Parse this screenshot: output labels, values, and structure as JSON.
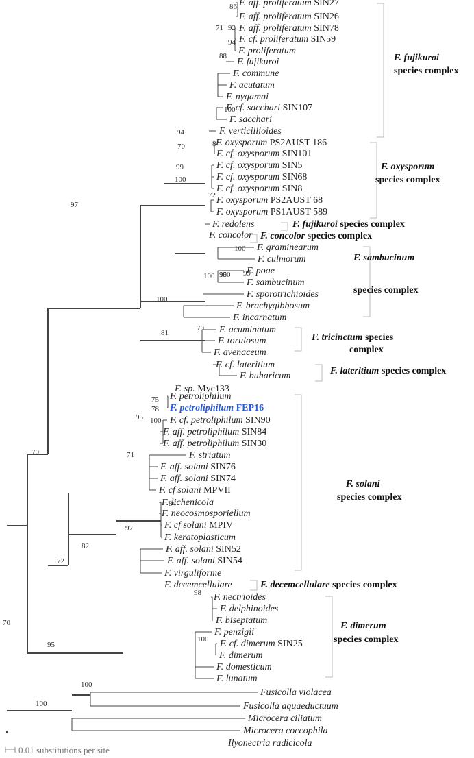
{
  "leaves": [
    {
      "genus": "F.",
      "qual": "aff.",
      "epithet": "proliferatum",
      "strain": "SIN27"
    },
    {
      "genus": "F.",
      "qual": "aff.",
      "epithet": "proliferatum",
      "strain": "SIN26"
    },
    {
      "genus": "F.",
      "qual": "aff.",
      "epithet": "proliferatum",
      "strain": "SIN78"
    },
    {
      "genus": "F.",
      "qual": "cf.",
      "epithet": "proliferatum",
      "strain": "SIN59"
    },
    {
      "genus": "F.",
      "qual": "",
      "epithet": "proliferatum",
      "strain": ""
    },
    {
      "genus": "F.",
      "qual": "",
      "epithet": "fujikuroi",
      "strain": ""
    },
    {
      "genus": "F.",
      "qual": "",
      "epithet": "commune",
      "strain": ""
    },
    {
      "genus": "F.",
      "qual": "",
      "epithet": "acutatum",
      "strain": ""
    },
    {
      "genus": "F.",
      "qual": "",
      "epithet": "nygamai",
      "strain": ""
    },
    {
      "genus": "F.",
      "qual": "cf.",
      "epithet": "sacchari",
      "strain": "SIN107"
    },
    {
      "genus": "F.",
      "qual": "",
      "epithet": "sacchari",
      "strain": ""
    },
    {
      "genus": "F.",
      "qual": "",
      "epithet": "verticillioides",
      "strain": ""
    },
    {
      "genus": "F.",
      "qual": "",
      "epithet": "oxysporum",
      "strain": "PS2AUST 186"
    },
    {
      "genus": "F.",
      "qual": "cf.",
      "epithet": "oxysporum",
      "strain": "SIN101"
    },
    {
      "genus": "F.",
      "qual": "cf.",
      "epithet": "oxysporum",
      "strain": "SIN5"
    },
    {
      "genus": "F.",
      "qual": "cf.",
      "epithet": "oxysporum",
      "strain": "SIN68"
    },
    {
      "genus": "F.",
      "qual": "cf.",
      "epithet": "oxysporum",
      "strain": "SIN8"
    },
    {
      "genus": "F.",
      "qual": "",
      "epithet": "oxysporum",
      "strain": "PS2AUST 68"
    },
    {
      "genus": "F.",
      "qual": "",
      "epithet": "oxysporum",
      "strain": "PS1AUST 589"
    },
    {
      "genus": "F.",
      "qual": "",
      "epithet": "redolens",
      "strain": ""
    },
    {
      "genus": "F.",
      "qual": "",
      "epithet": "concolor",
      "strain": ""
    },
    {
      "genus": "F.",
      "qual": "",
      "epithet": "graminearum",
      "strain": ""
    },
    {
      "genus": "F.",
      "qual": "",
      "epithet": "culmorum",
      "strain": ""
    },
    {
      "genus": "F.",
      "qual": "",
      "epithet": "poae",
      "strain": ""
    },
    {
      "genus": "F.",
      "qual": "",
      "epithet": "sambucinum",
      "strain": ""
    },
    {
      "genus": "F.",
      "qual": "",
      "epithet": "sporotrichioides",
      "strain": ""
    },
    {
      "genus": "F.",
      "qual": "",
      "epithet": "brachygibbosum",
      "strain": ""
    },
    {
      "genus": "F.",
      "qual": "",
      "epithet": "incarnatum",
      "strain": ""
    },
    {
      "genus": "F.",
      "qual": "",
      "epithet": "acuminatum",
      "strain": ""
    },
    {
      "genus": "F.",
      "qual": "",
      "epithet": "torulosum",
      "strain": ""
    },
    {
      "genus": "F.",
      "qual": "",
      "epithet": "avenaceum",
      "strain": ""
    },
    {
      "genus": "F.",
      "qual": "cf.",
      "epithet": "lateritium",
      "strain": ""
    },
    {
      "genus": "F.",
      "qual": "",
      "epithet": "buharicum",
      "strain": ""
    },
    {
      "genus": "F.",
      "qual": "sp.",
      "epithet": "",
      "strain": "Myc133"
    },
    {
      "genus": "F.",
      "qual": "",
      "epithet": "petroliphilum",
      "strain": ""
    },
    {
      "genus": "F.",
      "qual": "",
      "epithet": "petroliphilum",
      "strain": "FEP16",
      "highlight": true
    },
    {
      "genus": "F.",
      "qual": "cf.",
      "epithet": "petroliphilum",
      "strain": "SIN90"
    },
    {
      "genus": "F.",
      "qual": "aff.",
      "epithet": "petroliphilum",
      "strain": "SIN84"
    },
    {
      "genus": "F.",
      "qual": "aff.",
      "epithet": "petroliphilum",
      "strain": "SIN30"
    },
    {
      "genus": "F.",
      "qual": "",
      "epithet": "striatum",
      "strain": ""
    },
    {
      "genus": "F.",
      "qual": "aff.",
      "epithet": "solani",
      "strain": "SIN76"
    },
    {
      "genus": "F.",
      "qual": "aff.",
      "epithet": "solani",
      "strain": "SIN74"
    },
    {
      "genus": "F.",
      "qual": "cf",
      "epithet": "solani",
      "strain": "MPVII"
    },
    {
      "genus": "F.",
      "qual": "",
      "epithet": "lichenicola",
      "strain": ""
    },
    {
      "genus": "F.",
      "qual": "",
      "epithet": "neocosmosporiellum",
      "strain": ""
    },
    {
      "genus": "F.",
      "qual": "cf",
      "epithet": "solani",
      "strain": "MPIV"
    },
    {
      "genus": "F.",
      "qual": "",
      "epithet": "keratoplasticum",
      "strain": ""
    },
    {
      "genus": "F.",
      "qual": "aff.",
      "epithet": "solani",
      "strain": "SIN52"
    },
    {
      "genus": "F.",
      "qual": "aff.",
      "epithet": "solani",
      "strain": "SIN54"
    },
    {
      "genus": "F.",
      "qual": "",
      "epithet": "virguliforme",
      "strain": ""
    },
    {
      "genus": "F.",
      "qual": "",
      "epithet": "decemcellulare",
      "strain": ""
    },
    {
      "genus": "F.",
      "qual": "",
      "epithet": "nectrioides",
      "strain": ""
    },
    {
      "genus": "F.",
      "qual": "",
      "epithet": "delphinoides",
      "strain": ""
    },
    {
      "genus": "F.",
      "qual": "",
      "epithet": "biseptatum",
      "strain": ""
    },
    {
      "genus": "F.",
      "qual": "",
      "epithet": "penzigii",
      "strain": ""
    },
    {
      "genus": "F.",
      "qual": "cf.",
      "epithet": "dimerum",
      "strain": "SIN25"
    },
    {
      "genus": "F.",
      "qual": "",
      "epithet": "dimerum",
      "strain": ""
    },
    {
      "genus": "F.",
      "qual": "",
      "epithet": "domesticum",
      "strain": ""
    },
    {
      "genus": "F.",
      "qual": "",
      "epithet": "lunatum",
      "strain": ""
    },
    {
      "genus": "Fusicolla",
      "qual": "",
      "epithet": "violacea",
      "strain": ""
    },
    {
      "genus": "Fusicolla",
      "qual": "",
      "epithet": "aquaeductuum",
      "strain": ""
    },
    {
      "genus": "Microcera",
      "qual": "",
      "epithet": "ciliatum",
      "strain": ""
    },
    {
      "genus": "Microcera",
      "qual": "",
      "epithet": "coccophila",
      "strain": ""
    },
    {
      "genus": "Ilyonectria",
      "qual": "",
      "epithet": "radicicola",
      "strain": ""
    }
  ],
  "bootstrap": [
    "86",
    "71",
    "92",
    "94",
    "88",
    "100",
    "94",
    "70",
    "84",
    "99",
    "72",
    "100",
    "97",
    "100",
    "100",
    "95",
    "100",
    "99",
    "100",
    "70",
    "81",
    "75",
    "78",
    "95",
    "100",
    "71",
    "84",
    "97",
    "82",
    "72",
    "70",
    "98",
    "100",
    "95",
    "100",
    "100",
    "70"
  ],
  "complexes": [
    {
      "line1_italic": "F. fujikuroi",
      "line1_rest": "",
      "line2": "species complex"
    },
    {
      "line1_italic": "F. oxysporum",
      "line1_rest": "",
      "line2": "species complex"
    },
    {
      "line1_italic": "F. fujikuroi",
      "line1_rest": " species complex",
      "line2": ""
    },
    {
      "line1_italic": "F. concolor",
      "line1_rest": " species complex",
      "line2": ""
    },
    {
      "line1_italic": "F. sambucinum",
      "line1_rest": "",
      "line2": "species complex"
    },
    {
      "line1_italic": "F. tricinctum",
      "line1_rest": " species",
      "line2": "complex"
    },
    {
      "line1_italic": "F. lateritium",
      "line1_rest": " species complex",
      "line2": ""
    },
    {
      "line1_italic": "F. solani",
      "line1_rest": "",
      "line2": "species complex"
    },
    {
      "line1_italic": "F. decemcellulare",
      "line1_rest": " species complex",
      "line2": ""
    },
    {
      "line1_italic": "F. dimerum",
      "line1_rest": "",
      "line2": "species complex"
    }
  ],
  "scale_label": "0.01 substitutions per site",
  "colors": {
    "highlight": "#2a5bd7",
    "branch": "#444444",
    "bracket": "#bbbbbb"
  }
}
